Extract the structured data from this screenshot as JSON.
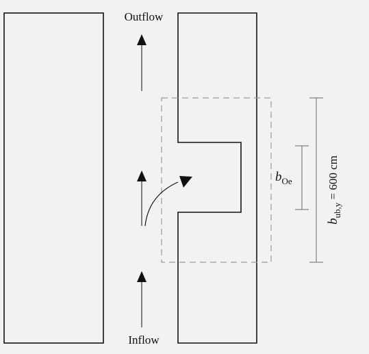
{
  "labels": {
    "outflow": "Outflow",
    "inflow": "Inflow",
    "b_oe": "b",
    "b_oe_sub": "Oe",
    "b_ub": "b",
    "b_ub_sub": "ub,y",
    "b_ub_value": " = 600 cm"
  },
  "colors": {
    "line": "#111111",
    "dashed": "#9a9a9a",
    "dimension": "#666666",
    "background": "#f2f2f2"
  }
}
